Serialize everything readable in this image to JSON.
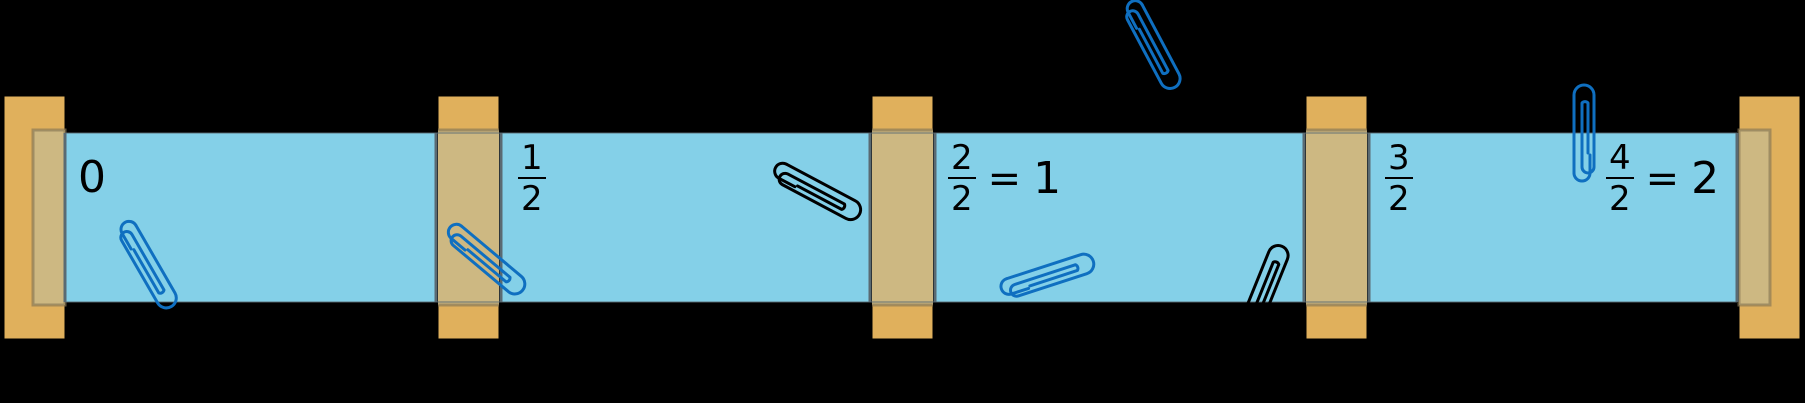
{
  "diagram": {
    "description": "Number line made from a blue paper strip clamped at five points with paperclips scattered around",
    "colors": {
      "background": "#000000",
      "strip": "#84d0e8",
      "clamp": "#e0b05c",
      "clamp_overlap": "#cdb882",
      "outline": "#5a6a72",
      "paperclip_blue": "#0f6fc0",
      "paperclip_black": "#000000",
      "text": "#000000"
    },
    "marks": [
      {
        "id": "mark-0",
        "numerator": "",
        "denominator": "",
        "whole": "0",
        "display": "0"
      },
      {
        "id": "mark-half",
        "numerator": "1",
        "denominator": "2",
        "whole": "",
        "display": "1/2"
      },
      {
        "id": "mark-one",
        "numerator": "2",
        "denominator": "2",
        "equals": "=",
        "whole": "1",
        "display": "2/2 = 1"
      },
      {
        "id": "mark-three-halves",
        "numerator": "3",
        "denominator": "2",
        "whole": "",
        "display": "3/2"
      },
      {
        "id": "mark-two",
        "numerator": "4",
        "denominator": "2",
        "equals": "=",
        "whole": "2",
        "display": "4/2 = 2"
      }
    ],
    "clamps_count": 5,
    "paperclips": [
      {
        "id": "clip-1",
        "color": "blue",
        "location": "below label 0"
      },
      {
        "id": "clip-2",
        "color": "blue",
        "location": "on clamp at 1/2"
      },
      {
        "id": "clip-3",
        "color": "black",
        "location": "left of clamp at 1"
      },
      {
        "id": "clip-4",
        "color": "blue",
        "location": "above strip, between 1 and 3/2"
      },
      {
        "id": "clip-5",
        "color": "blue",
        "location": "lower strip, right of 1"
      },
      {
        "id": "clip-6",
        "color": "black",
        "location": "bottom edge, left of clamp at 3/2"
      },
      {
        "id": "clip-7",
        "color": "blue",
        "location": "left of label 4/2 = 2"
      }
    ]
  }
}
